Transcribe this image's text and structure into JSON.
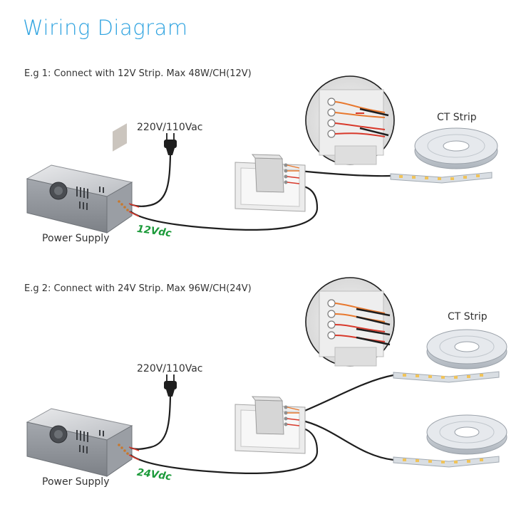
{
  "title": "Wiring Diagram",
  "colors": {
    "title": "#2fa3e0",
    "voltage": "#1c9a3a",
    "wire": "#222222"
  },
  "examples": [
    {
      "caption": "E.g 1: Connect with 12V Strip. Max 48W/CH(12V)",
      "mains_label": "220V/110Vac",
      "power_supply_label": "Power Supply",
      "voltage_label": "12Vdc",
      "strip_labels": [
        "CT Strip"
      ]
    },
    {
      "caption": "E.g 2: Connect with 24V Strip. Max 96W/CH(24V)",
      "mains_label": "220V/110Vac",
      "power_supply_label": "Power Supply",
      "voltage_label": "24Vdc",
      "strip_labels": [
        "CT Strip"
      ]
    }
  ],
  "icons": [
    "power-supply-icon",
    "plug-icon",
    "controller-icon",
    "zoom-detail-icon",
    "led-strip-reel-icon"
  ]
}
